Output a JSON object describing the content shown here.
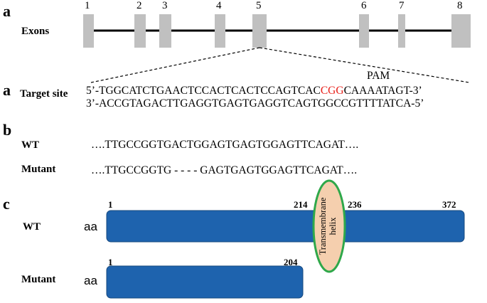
{
  "panels": {
    "a_top": "a",
    "a_mid": "a",
    "b": "b",
    "c": "c"
  },
  "exons": {
    "label": "Exons",
    "numbers": [
      "1",
      "2",
      "3",
      "4",
      "5",
      "6",
      "7",
      "8"
    ]
  },
  "target_site": {
    "label": "Target site",
    "pam_label": "PAM",
    "line1_pre": "5’-TGGCATCTGAACTCCACTCACTCCAGTCAC",
    "line1_pam": "CGG",
    "line1_post": "CAAAATAGT-3’",
    "line2": "3’-ACCGTAGACTTGAGGTGAGTGAGGTCAGTGGCCGTTTTATCA-5’"
  },
  "sequences": {
    "wt_label": "WT",
    "wt_seq": "….TTGCCGGTGACTGGAGTGAGTGGAGTTCAGAT….",
    "mutant_label": "Mutant",
    "mutant_seq": "….TTGCCGGTG - - - - GAGTGAGTGGAGTTCAGAT…."
  },
  "protein": {
    "wt_label": "WT",
    "mutant_label": "Mutant",
    "aa_label": "aa",
    "wt_positions": [
      "1",
      "214",
      "236",
      "372"
    ],
    "mutant_positions": [
      "1",
      "204"
    ],
    "helix_label_line1": "Transmembrane",
    "helix_label_line2": "helix"
  },
  "colors": {
    "exon_fill": "#c0c0c0",
    "protein_fill": "#1e63ae",
    "protein_stroke": "#16487e",
    "helix_fill": "#f5cfae",
    "helix_stroke": "#2fa84a",
    "pam_color": "#e8201a"
  }
}
